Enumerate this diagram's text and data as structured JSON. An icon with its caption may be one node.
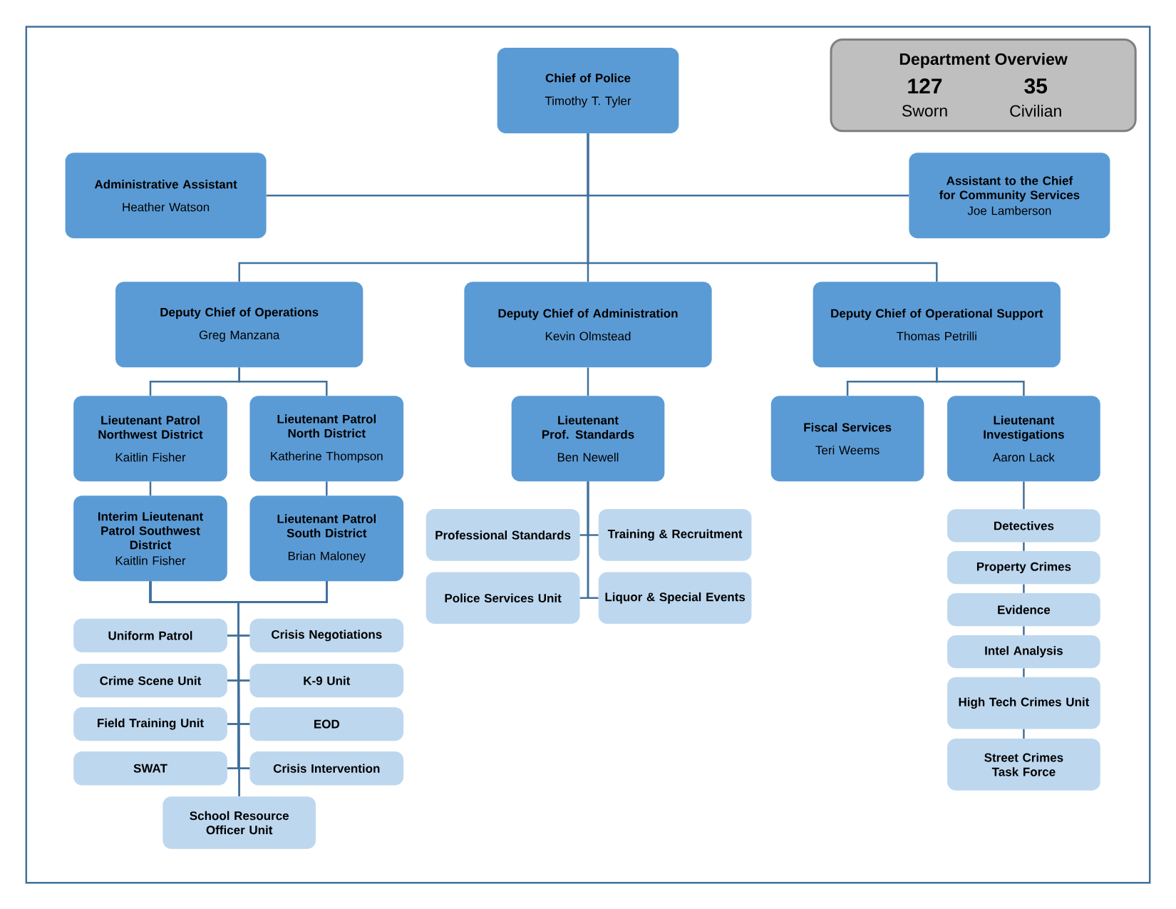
{
  "diagram": {
    "nodes": [
      {
        "text": [
          "Chief of Police",
          "Timothy T. Tyler"
        ]
      },
      {
        "text": [
          "Administrative Assistant",
          "Heather Watson"
        ]
      },
      {
        "text": [
          "Assistant to the Chief for Community Services",
          "Joe Lamberson"
        ]
      },
      {
        "text": [
          "Deputy Chief of Operations",
          "Greg Manzana"
        ]
      },
      {
        "text": [
          "Deputy Chief of Administration",
          "Kevin Olmstead"
        ]
      },
      {
        "text": [
          "Deputy Chief of Operational Support",
          "Thomas Petrilli"
        ]
      },
      {
        "text": [
          "Lieutenant Patrol Northwest District",
          "Kaitlin Fisher"
        ]
      },
      {
        "text": [
          "Lieutenant Patrol North District",
          "Katherine Thompson"
        ]
      },
      {
        "text": [
          "Interim Lieutenant Patrol Southwest District",
          "Kaitlin Fisher"
        ]
      },
      {
        "text": [
          "Lieutenant Patrol South District",
          "Brian Maloney"
        ]
      },
      {
        "text": [
          "Lieutenant Prof. Standards",
          "Ben Newell"
        ]
      },
      {
        "text": [
          "Fiscal Services",
          "Teri Weems"
        ]
      },
      {
        "text": [
          "Lieutenant Investigations",
          "Aaron Lack"
        ]
      },
      {
        "text": [
          "Uniform Patrol"
        ]
      },
      {
        "text": [
          "Crisis Negotiations"
        ]
      },
      {
        "text": [
          "Crime Scene Unit"
        ]
      },
      {
        "text": [
          "K-9 Unit"
        ]
      },
      {
        "text": [
          "Field Training Unit"
        ]
      },
      {
        "text": [
          "EOD"
        ]
      },
      {
        "text": [
          "SWAT"
        ]
      },
      {
        "text": [
          "Crisis Intervention"
        ]
      },
      {
        "text": [
          "School Resource Officer Unit"
        ]
      },
      {
        "text": [
          "Professional Standards"
        ]
      },
      {
        "text": [
          "Training & Recruitment"
        ]
      },
      {
        "text": [
          "Police Services Unit"
        ]
      },
      {
        "text": [
          "Liquor & Special Events"
        ]
      },
      {
        "text": [
          "Detectives"
        ]
      },
      {
        "text": [
          "Property Crimes"
        ]
      },
      {
        "text": [
          "Evidence"
        ]
      },
      {
        "text": [
          "Intel Analysis"
        ]
      },
      {
        "text": [
          "High Tech Crimes Unit"
        ]
      },
      {
        "text": [
          "Street Crimes Task Force"
        ]
      },
      {
        "text": [
          "Department Overview",
          "127",
          "Sworn",
          "35",
          "Civilian"
        ]
      }
    ],
    "edges": [
      {
        "from": 0,
        "to": 1,
        "arrow": "none"
      },
      {
        "from": 0,
        "to": 2,
        "arrow": "none"
      },
      {
        "from": 0,
        "to": 3,
        "arrow": "none"
      },
      {
        "from": 0,
        "to": 4,
        "arrow": "none"
      },
      {
        "from": 0,
        "to": 5,
        "arrow": "none"
      },
      {
        "from": 3,
        "to": 6,
        "arrow": "none"
      },
      {
        "from": 3,
        "to": 7,
        "arrow": "none"
      },
      {
        "from": 6,
        "to": 8,
        "arrow": "none"
      },
      {
        "from": 7,
        "to": 9,
        "arrow": "none"
      },
      {
        "from": 8,
        "to": 13,
        "arrow": "none"
      },
      {
        "from": 8,
        "to": 14,
        "arrow": "none"
      },
      {
        "from": 8,
        "to": 15,
        "arrow": "none"
      },
      {
        "from": 8,
        "to": 16,
        "arrow": "none"
      },
      {
        "from": 8,
        "to": 17,
        "arrow": "none"
      },
      {
        "from": 8,
        "to": 18,
        "arrow": "none"
      },
      {
        "from": 8,
        "to": 19,
        "arrow": "none"
      },
      {
        "from": 8,
        "to": 20,
        "arrow": "none"
      },
      {
        "from": 8,
        "to": 21,
        "arrow": "none"
      },
      {
        "from": 9,
        "to": 13,
        "arrow": "none"
      },
      {
        "from": 9,
        "to": 14,
        "arrow": "none"
      },
      {
        "from": 9,
        "to": 15,
        "arrow": "none"
      },
      {
        "from": 9,
        "to": 16,
        "arrow": "none"
      },
      {
        "from": 9,
        "to": 17,
        "arrow": "none"
      },
      {
        "from": 9,
        "to": 18,
        "arrow": "none"
      },
      {
        "from": 9,
        "to": 19,
        "arrow": "none"
      },
      {
        "from": 9,
        "to": 20,
        "arrow": "none"
      },
      {
        "from": 9,
        "to": 21,
        "arrow": "none"
      },
      {
        "from": 4,
        "to": 10,
        "arrow": "none"
      },
      {
        "from": 10,
        "to": 22,
        "arrow": "none"
      },
      {
        "from": 10,
        "to": 23,
        "arrow": "none"
      },
      {
        "from": 10,
        "to": 24,
        "arrow": "none"
      },
      {
        "from": 10,
        "to": 25,
        "arrow": "none"
      },
      {
        "from": 5,
        "to": 11,
        "arrow": "none"
      },
      {
        "from": 5,
        "to": 12,
        "arrow": "none"
      },
      {
        "from": 12,
        "to": 26,
        "arrow": "none"
      },
      {
        "from": 26,
        "to": 27,
        "arrow": "none"
      },
      {
        "from": 27,
        "to": 28,
        "arrow": "none"
      },
      {
        "from": 28,
        "to": 29,
        "arrow": "none"
      },
      {
        "from": 29,
        "to": 30,
        "arrow": "none"
      },
      {
        "from": 30,
        "to": 31,
        "arrow": "none"
      }
    ]
  }
}
